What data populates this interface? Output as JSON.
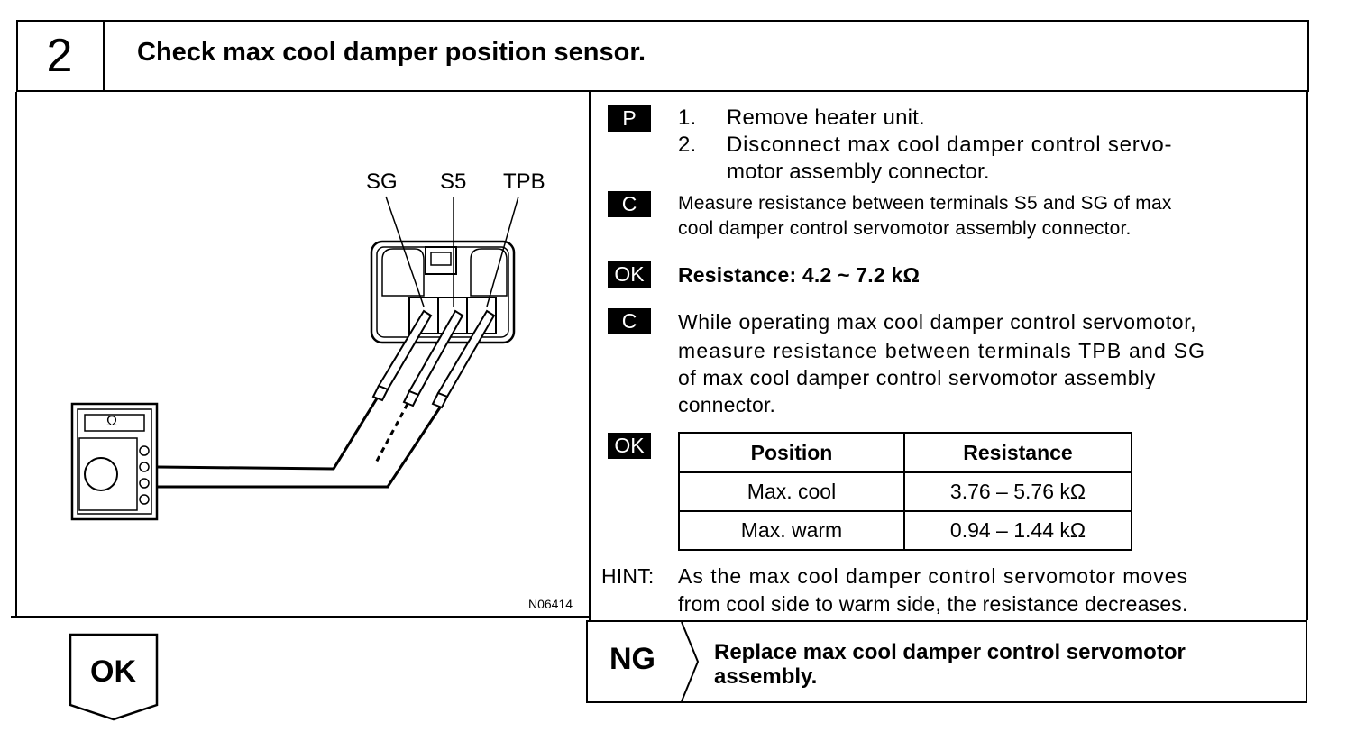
{
  "step": {
    "number": "2",
    "title": "Check max cool damper position sensor."
  },
  "diagram": {
    "terminals": [
      "SG",
      "S5",
      "TPB"
    ],
    "meter_symbol": "Ω",
    "code": "N06414"
  },
  "instructions": [
    {
      "badge": "P",
      "lines": [
        "1.",
        "Remove heater unit.",
        "2.",
        "Disconnect max cool damper control servo-",
        "motor assembly connector."
      ]
    },
    {
      "badge": "C",
      "text": [
        "Measure resistance between terminals S5 and SG of max",
        "cool damper control servomotor assembly connector."
      ]
    },
    {
      "badge": "OK",
      "text": "Resistance: 4.2 ~ 7.2 kΩ"
    },
    {
      "badge": "C",
      "text": [
        "While operating max cool damper control servomotor,",
        "measure resistance between terminals TPB and SG",
        "of max cool damper control servomotor assembly",
        "connector."
      ]
    },
    {
      "badge": "OK"
    }
  ],
  "table": {
    "headers": [
      "Position",
      "Resistance"
    ],
    "rows": [
      [
        "Max. cool",
        "3.76  –  5.76 kΩ"
      ],
      [
        "Max. warm",
        "0.94  –  1.44 kΩ"
      ]
    ]
  },
  "hint": {
    "label": "HINT:",
    "lines": [
      "As the max cool damper control servomotor moves",
      "from cool side to warm side, the resistance decreases."
    ]
  },
  "ng": {
    "label": "NG",
    "text": [
      "Replace max cool damper control servomotor",
      "assembly."
    ]
  },
  "ok": {
    "label": "OK"
  }
}
